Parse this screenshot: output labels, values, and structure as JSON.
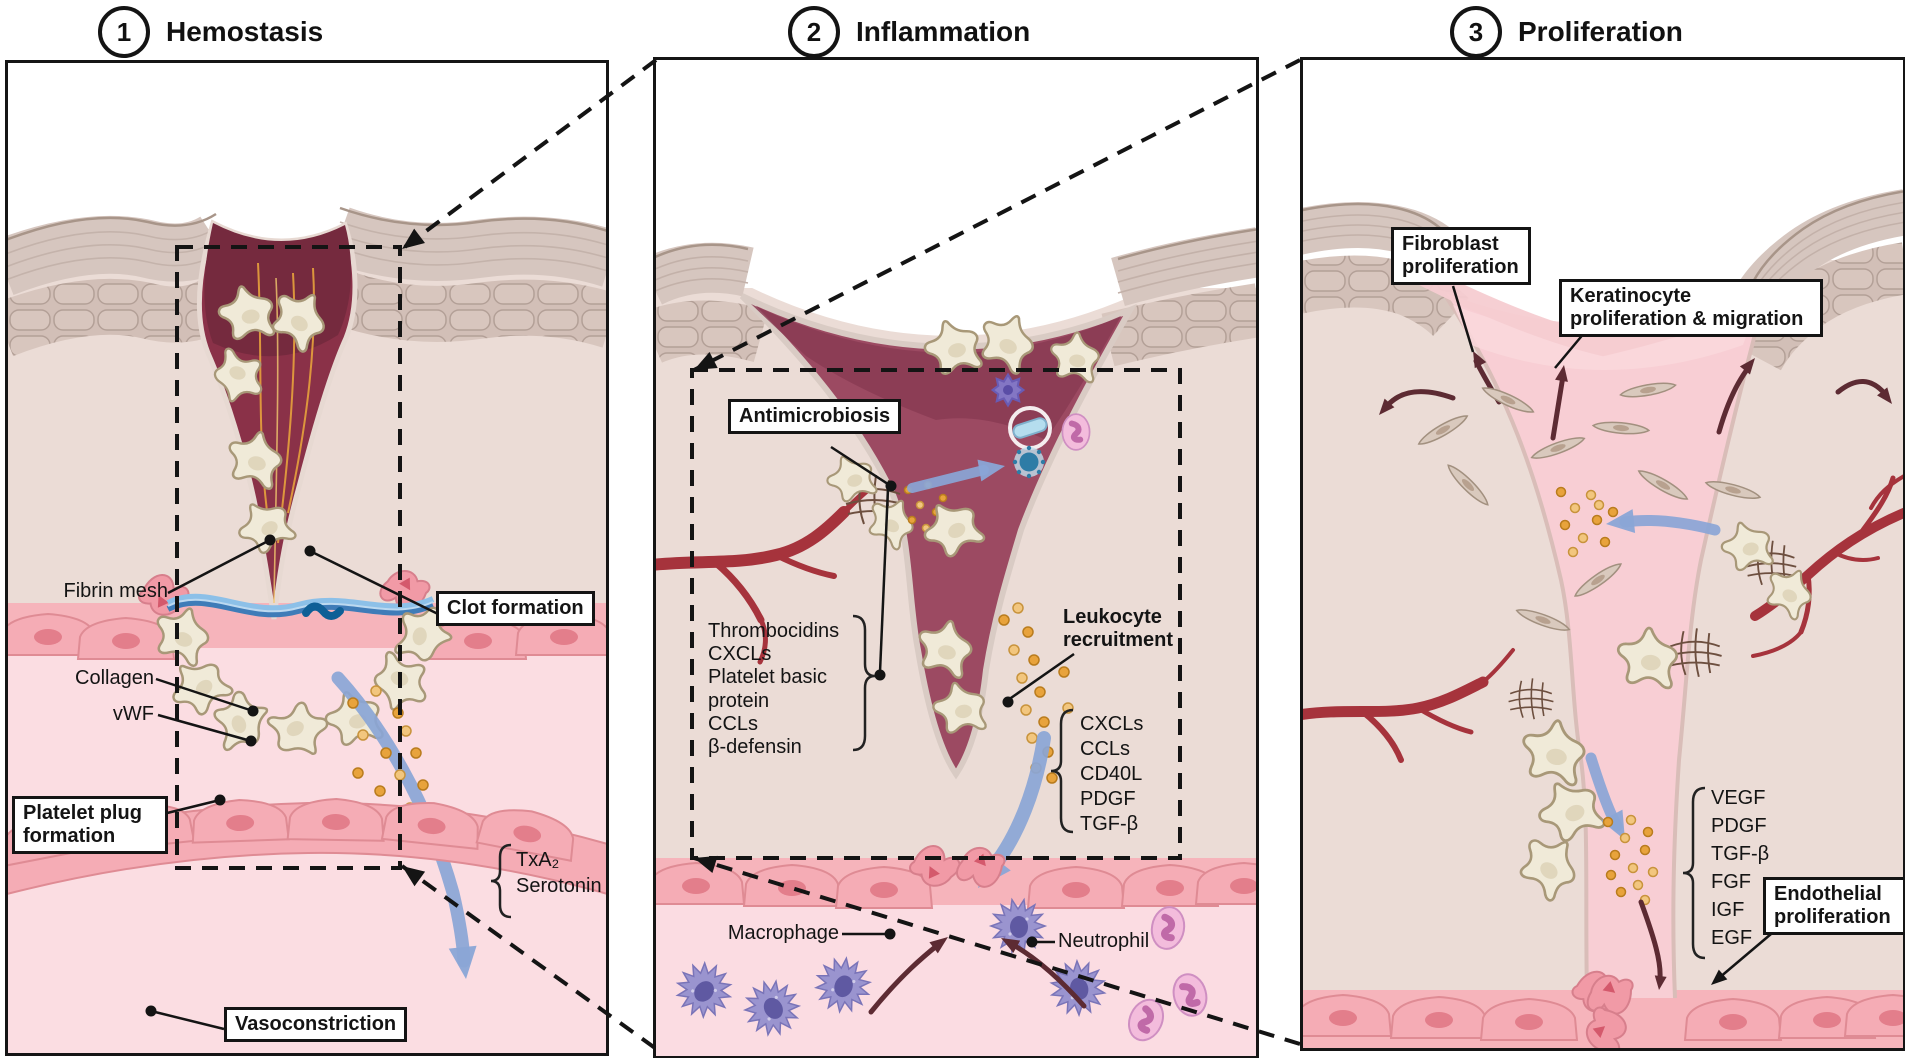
{
  "panels": {
    "hemostasis": {
      "number": "1",
      "title": "Hemostasis",
      "labels": {
        "fibrin_mesh": "Fibrin mesh",
        "clot_formation": "Clot formation",
        "collagen": "Collagen",
        "vwf": "vWF",
        "platelet_plug": "Platelet plug formation",
        "txa2": "TxA₂",
        "serotonin": "Serotonin",
        "vasoconstriction": "Vasoconstriction"
      }
    },
    "inflammation": {
      "number": "2",
      "title": "Inflammation",
      "labels": {
        "antimicrobiosis": "Antimicrobiosis",
        "leukocyte_recruitment": "Leukocyte recruitment",
        "macrophage": "Macrophage",
        "neutrophil": "Neutrophil"
      },
      "platelet_mediators": [
        "Thrombocidins",
        "CXCLs",
        "Platelet basic protein",
        "CCLs",
        "β-defensin"
      ],
      "recruitment_factors": [
        "CXCLs",
        "CCLs",
        "CD40L",
        "PDGF",
        "TGF-β"
      ]
    },
    "proliferation": {
      "number": "3",
      "title": "Proliferation",
      "labels": {
        "fibroblast": "Fibroblast proliferation",
        "keratinocyte": "Keratinocyte proliferation & migration",
        "endothelial": "Endothelial proliferation"
      },
      "growth_factors": [
        "VEGF",
        "PDGF",
        "TGF-β",
        "FGF",
        "IGF",
        "EGF"
      ]
    }
  },
  "colors": {
    "wound_red": "#8a3148",
    "inflamed_wound": "#9c4a62",
    "granulation_pink": "#f8ced4",
    "dermis": "#ebdcd6",
    "vessel_wall_pink": "#f5acb5",
    "platelet_cream": "#f0ead8",
    "mediator_orange": "#e8a33c",
    "arrow_blue": "#8aa5d6",
    "macrophage_purple": "#9a94cf",
    "neutrophil_pink": "#f3bcdc",
    "vessel_red": "#a6333c"
  }
}
